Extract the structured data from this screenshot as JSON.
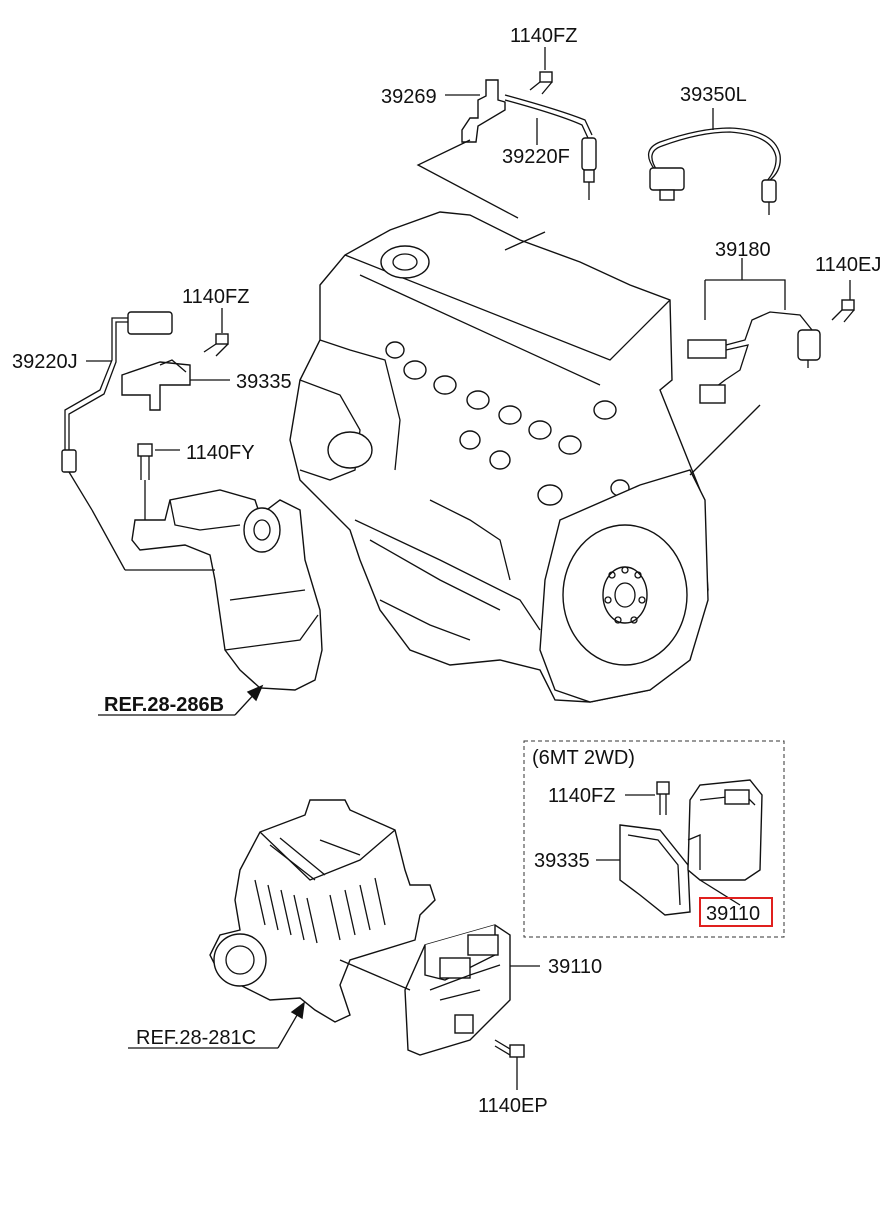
{
  "labels": {
    "p1140FZ_top": "1140FZ",
    "p39269": "39269",
    "p39220F": "39220F",
    "p39350L": "39350L",
    "p39180": "39180",
    "p1140EJ": "1140EJ",
    "p1140FZ_left": "1140FZ",
    "p39220J": "39220J",
    "p39335_left": "39335",
    "p1140FY": "1140FY",
    "ref_286B": "REF.28-286B",
    "variant": "(6MT 2WD)",
    "p1140FZ_box": "1140FZ",
    "p39335_box": "39335",
    "p39110_box": "39110",
    "p39110_main": "39110",
    "ref_281C": "REF.28-281C",
    "p1140EP": "1140EP"
  },
  "colors": {
    "line": "#111111",
    "highlight_box": "#e0201e",
    "background": "#ffffff"
  }
}
